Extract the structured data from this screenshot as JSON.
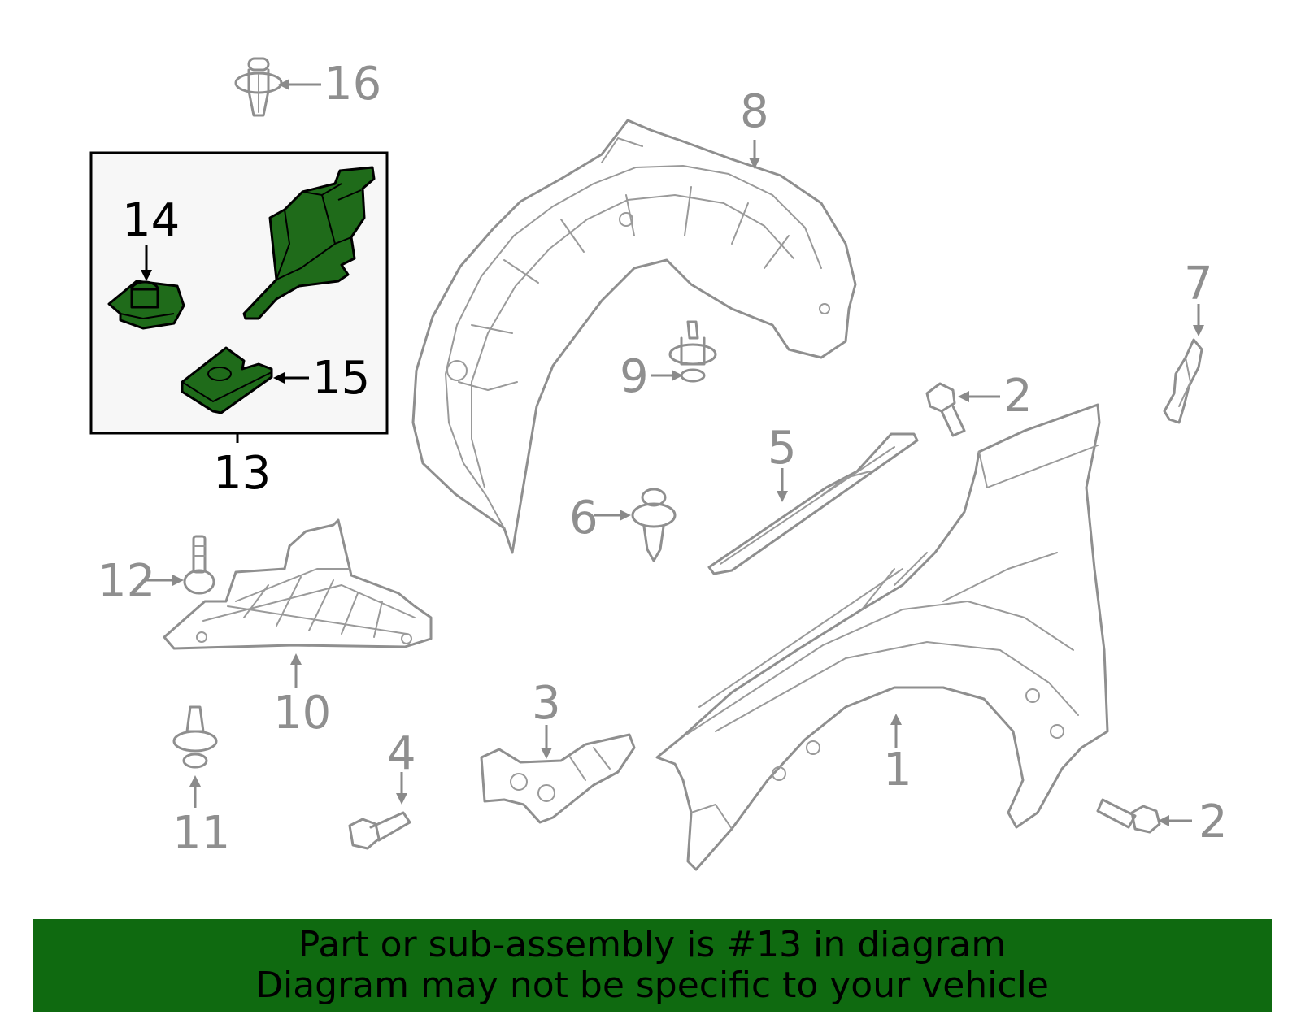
{
  "callouts": {
    "c1": "1",
    "c2a": "2",
    "c2b": "2",
    "c3": "3",
    "c4": "4",
    "c5": "5",
    "c6": "6",
    "c7": "7",
    "c8": "8",
    "c9": "9",
    "c10": "10",
    "c11": "11",
    "c12": "12",
    "c13": "13",
    "c14": "14",
    "c15": "15",
    "c16": "16"
  },
  "highlighted_part": "13",
  "colors": {
    "highlight": "#1f6b1a",
    "banner": "#0f6a10",
    "line_art": "#8f8f8f"
  },
  "banner": {
    "line1": "Part or sub-assembly is #13 in diagram",
    "line2": "Diagram may not be specific to your vehicle"
  }
}
